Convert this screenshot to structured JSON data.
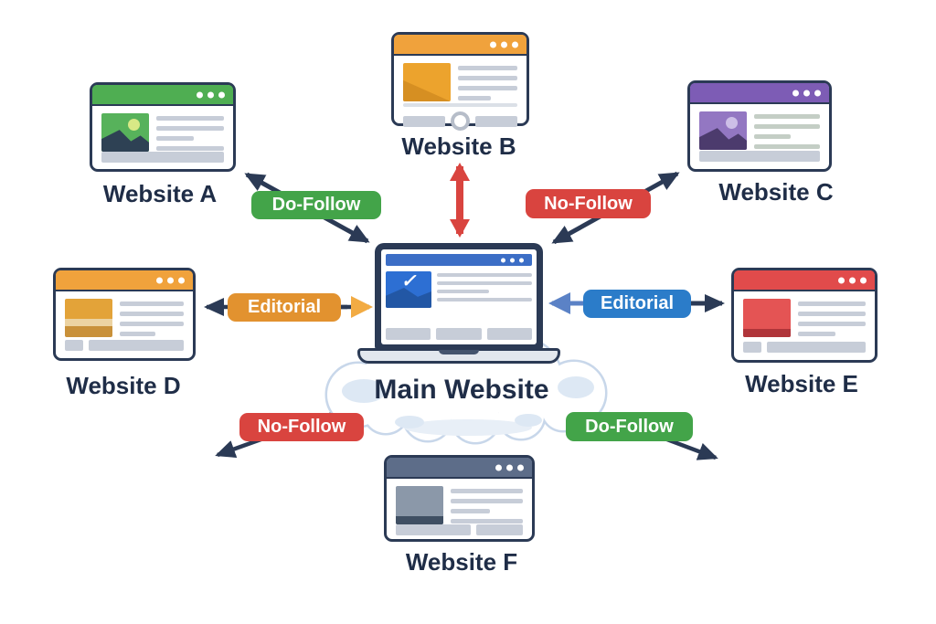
{
  "center": {
    "label": "Main Website"
  },
  "sites": [
    {
      "id": "A",
      "label": "Website A"
    },
    {
      "id": "B",
      "label": "Website B"
    },
    {
      "id": "C",
      "label": "Website C"
    },
    {
      "id": "D",
      "label": "Website D"
    },
    {
      "id": "E",
      "label": "Website E"
    },
    {
      "id": "F",
      "label": "Website F"
    }
  ],
  "links": [
    {
      "position": "top-left",
      "label": "Do-Follow"
    },
    {
      "position": "top-right",
      "label": "No-Follow"
    },
    {
      "position": "middle-left",
      "label": "Editorial"
    },
    {
      "position": "middle-right",
      "label": "Editorial"
    },
    {
      "position": "bottom-left",
      "label": "No-Follow"
    },
    {
      "position": "bottom-right",
      "label": "Do-Follow"
    }
  ],
  "icons": {
    "window_dots": "three-dots",
    "center_device": "laptop",
    "center_backdrop": "cloud",
    "connectors": "double-headed-arrows"
  },
  "colors": {
    "navy": "#2b3a55",
    "ink": "#1f2d47",
    "greenheader": "#4fae52",
    "greenbadge": "#43a449",
    "red": "#d9443f",
    "redheader": "#e14b4b",
    "orange": "#f0a23c",
    "orangebadge": "#e2922f",
    "orangearrow": "#f2ab43",
    "blue": "#2b7cc9",
    "bluearrow": "#5b82c6",
    "purple": "#7d5cb5",
    "slate": "#5d6d89",
    "linegray": "#c7cdd8",
    "screenblue": "#3c6ec6",
    "heroblue": "#2d6fd3",
    "basegray": "#e2e7ee",
    "cloudline": "#c8d7ea",
    "cloudpatch": "#dde8f4"
  }
}
